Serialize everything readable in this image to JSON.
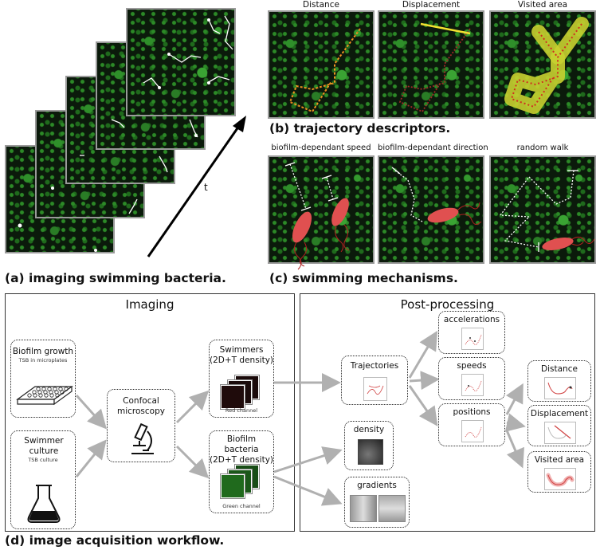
{
  "panels": {
    "a_label": "(a) imaging swimming bacteria.",
    "b_label": "(b) trajectory descriptors.",
    "c_label": "(c) swimming mechanisms.",
    "d_label": "(d) image acquisition workflow.",
    "time_axis": "t"
  },
  "descriptors": [
    "Distance",
    "Displacement",
    "Visited area"
  ],
  "mechanisms": [
    "biofilm-dependant speed",
    "biofilm-dependant direction",
    "random walk"
  ],
  "workflow": {
    "imaging_title": "Imaging",
    "postprocessing_title": "Post-processing",
    "biofilm_growth": {
      "title": "Biofilm growth",
      "subtitle": "TSB in microplates"
    },
    "swimmer_culture": {
      "title": "Swimmer culture",
      "subtitle": "TSB culture"
    },
    "confocal": {
      "title": "Confocal microscopy"
    },
    "swimmers": {
      "title": "Swimmers (2D+T density)",
      "subtitle": "Red channel"
    },
    "biofilm_bacteria": {
      "title": "Biofilm bacteria (2D+T density)",
      "subtitle": "Green channel"
    },
    "trajectories": "Trajectories",
    "density": "density",
    "gradients": "gradients",
    "accelerations": "accelerations",
    "speeds": "speeds",
    "positions": "positions",
    "distance": "Distance",
    "displacement": "Displacement",
    "visited_area": "Visited area"
  },
  "colors": {
    "biofilm_green": "#2c8a27",
    "swimmer_red": "#e05050",
    "trajectory_orange": "#f0a020",
    "displacement_yellow": "#f2e230",
    "area_yellow": "#c8d030",
    "arrow_gray": "#b0b0b0"
  }
}
